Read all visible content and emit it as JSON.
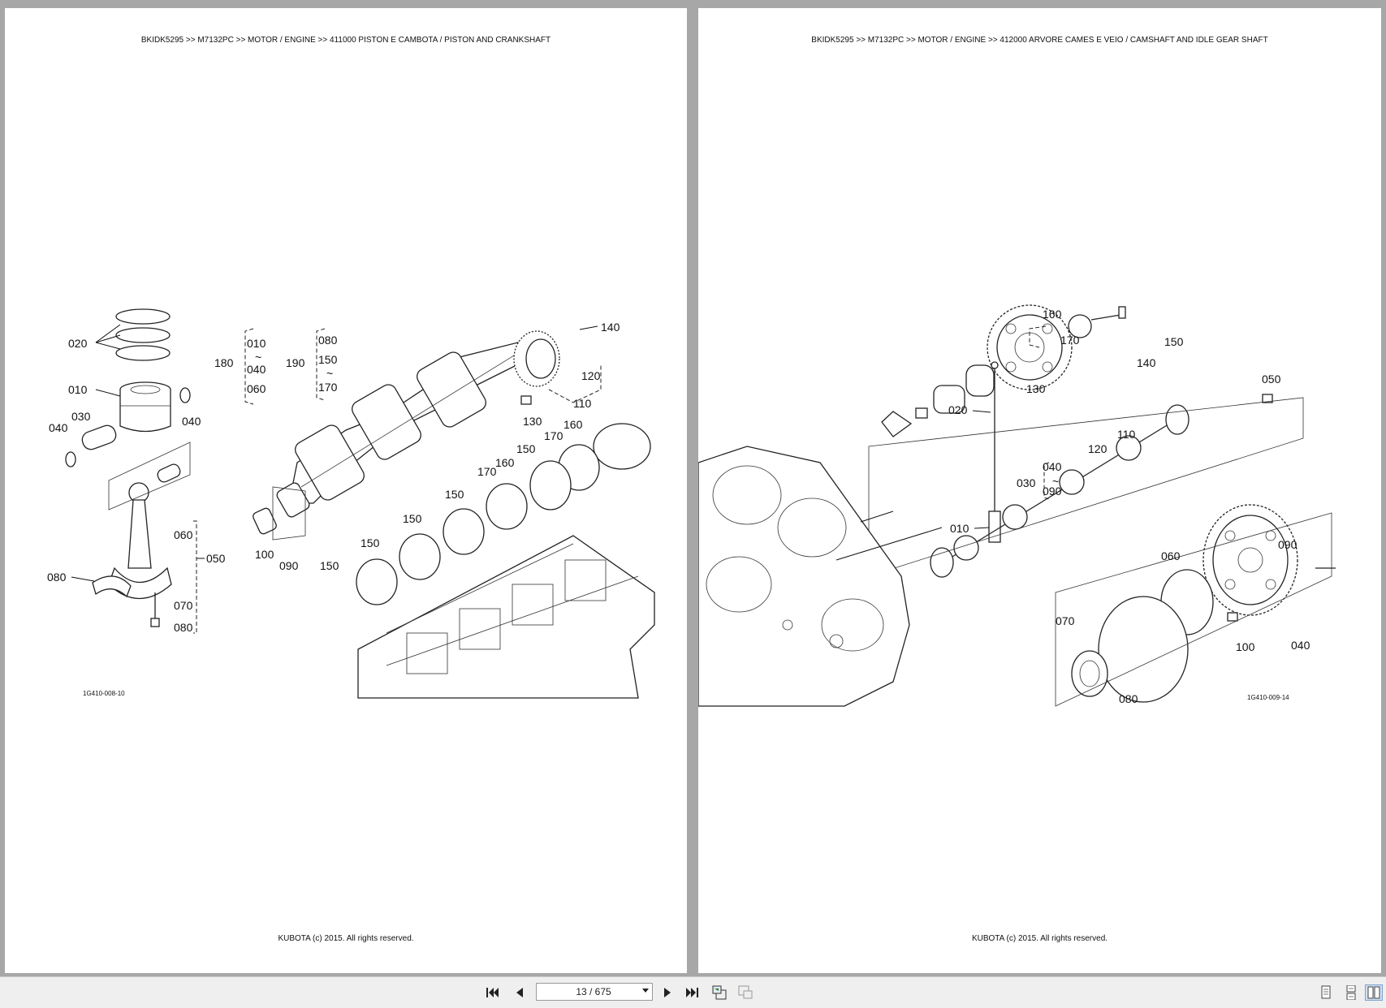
{
  "left_page": {
    "header": "BKIDK5295 >> M7132PC >> MOTOR / ENGINE >> 411000   PISTON E CAMBOTA / PISTON AND CRANKSHAFT",
    "figure_id": "1G410-008-10",
    "footer": "KUBOTA (c) 2015. All rights reserved.",
    "callouts": {
      "c020": "020",
      "c010": "010",
      "c030": "030",
      "c040a": "040",
      "c040b": "040",
      "c060": "060",
      "c050": "050",
      "c080a": "080",
      "c070": "070",
      "c080b": "080",
      "c180": "180",
      "g180a": "010",
      "g180b": "040",
      "g180c": "060",
      "c190": "190",
      "g190a": "080",
      "g190b": "150",
      "g190c": "170",
      "c140": "140",
      "c120": "120",
      "c110": "110",
      "c130": "130",
      "c160a": "160",
      "c170a": "170",
      "c150a": "150",
      "c170b": "170",
      "c160b": "160",
      "c150b": "150",
      "c150c": "150",
      "c150d": "150",
      "c150e": "150",
      "c100": "100",
      "c090": "090"
    }
  },
  "right_page": {
    "header": "BKIDK5295 >> M7132PC >> MOTOR / ENGINE >> 412000   ARVORE CAMES E VEIO / CAMSHAFT AND IDLE GEAR SHAFT",
    "figure_id": "1G410-009-14",
    "footer": "KUBOTA (c) 2015. All rights reserved.",
    "callouts": {
      "c160": "160",
      "c170": "170",
      "c140": "140",
      "c150": "150",
      "c050": "050",
      "c020": "020",
      "c130": "130",
      "c110": "110",
      "c120": "120",
      "c030": "030",
      "g030a": "040",
      "g030b": "090",
      "c010": "010",
      "c060": "060",
      "c090": "090",
      "c070": "070",
      "c100": "100",
      "c040": "040",
      "c080": "080"
    }
  },
  "toolbar": {
    "page_indicator": "13 / 675",
    "icons": [
      "first-page-icon",
      "previous-page-icon",
      "next-page-icon",
      "last-page-icon",
      "go-back-icon",
      "go-forward-icon",
      "single-page-view-icon",
      "continuous-view-icon",
      "two-page-view-icon"
    ]
  }
}
